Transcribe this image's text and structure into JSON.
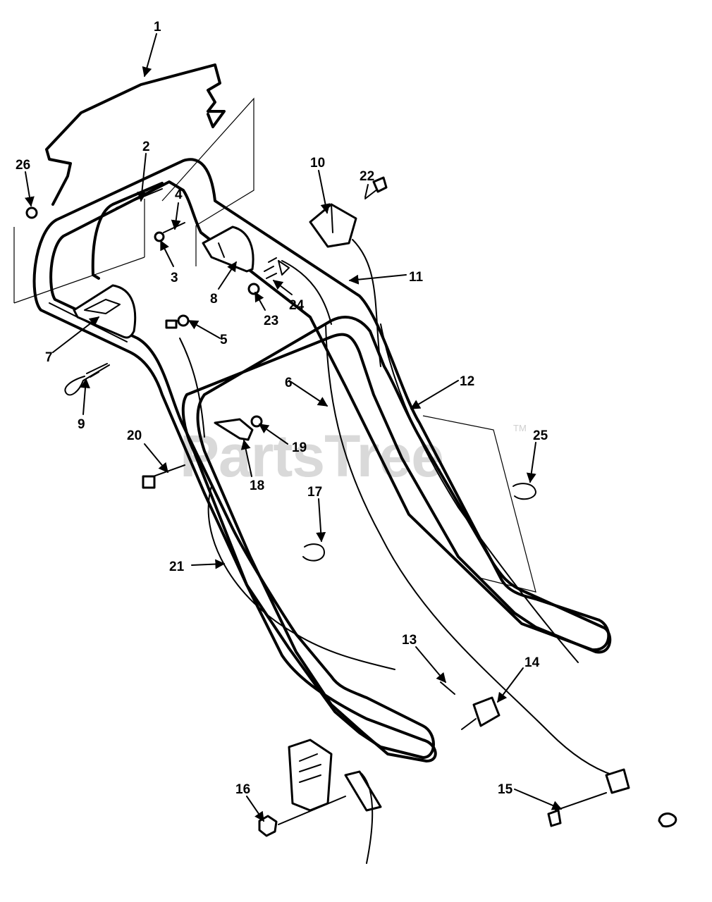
{
  "watermark": {
    "text": "PartsTree",
    "tm": "TM"
  },
  "callouts": [
    {
      "id": "1",
      "label": "1"
    },
    {
      "id": "2",
      "label": "2"
    },
    {
      "id": "3",
      "label": "3"
    },
    {
      "id": "4",
      "label": "4"
    },
    {
      "id": "5",
      "label": "5"
    },
    {
      "id": "6",
      "label": "6"
    },
    {
      "id": "7",
      "label": "7"
    },
    {
      "id": "8",
      "label": "8"
    },
    {
      "id": "9",
      "label": "9"
    },
    {
      "id": "10",
      "label": "10"
    },
    {
      "id": "11",
      "label": "11"
    },
    {
      "id": "12",
      "label": "12"
    },
    {
      "id": "13",
      "label": "13"
    },
    {
      "id": "14",
      "label": "14"
    },
    {
      "id": "15",
      "label": "15"
    },
    {
      "id": "16",
      "label": "16"
    },
    {
      "id": "17",
      "label": "17"
    },
    {
      "id": "18",
      "label": "18"
    },
    {
      "id": "19",
      "label": "19"
    },
    {
      "id": "20",
      "label": "20"
    },
    {
      "id": "21",
      "label": "21"
    },
    {
      "id": "22",
      "label": "22"
    },
    {
      "id": "23",
      "label": "23"
    },
    {
      "id": "24",
      "label": "24"
    },
    {
      "id": "25",
      "label": "25"
    },
    {
      "id": "26",
      "label": "26"
    }
  ]
}
